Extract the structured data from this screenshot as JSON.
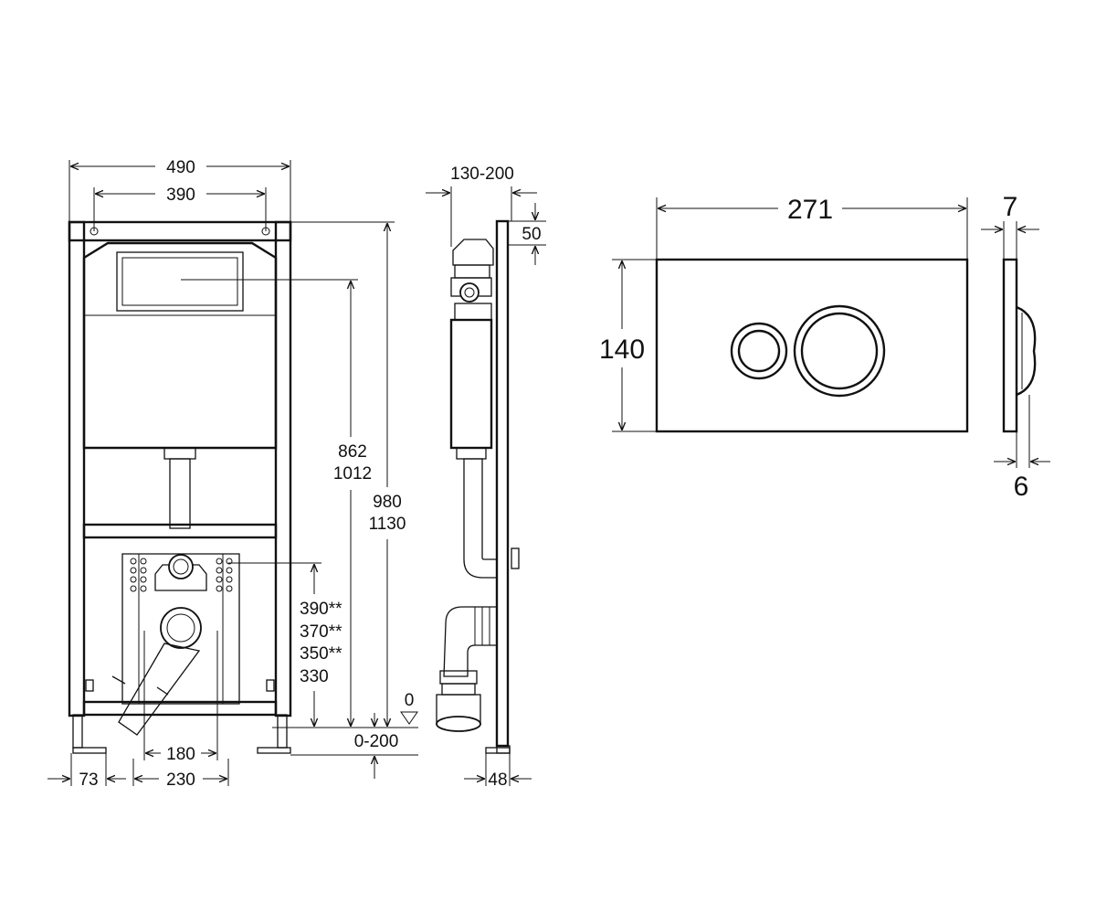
{
  "front_view": {
    "frame_width": "490",
    "mount_spacing": "390",
    "tank_height": "862",
    "tank_height_alt": "1012",
    "frame_height": "980",
    "frame_height_alt": "1130",
    "outlet_heights": [
      "390**",
      "370**",
      "350**",
      "330"
    ],
    "outlet_spacing": "180",
    "leg_width": "73",
    "leg_offset": "230",
    "floor_zero": "0",
    "floor_adjust": "0-200"
  },
  "side_view": {
    "wall_depth": "130-200",
    "top_offset": "50",
    "foot_depth": "48"
  },
  "flush_plate": {
    "width": "271",
    "height": "140",
    "depth_top": "7",
    "depth_bottom": "6"
  }
}
